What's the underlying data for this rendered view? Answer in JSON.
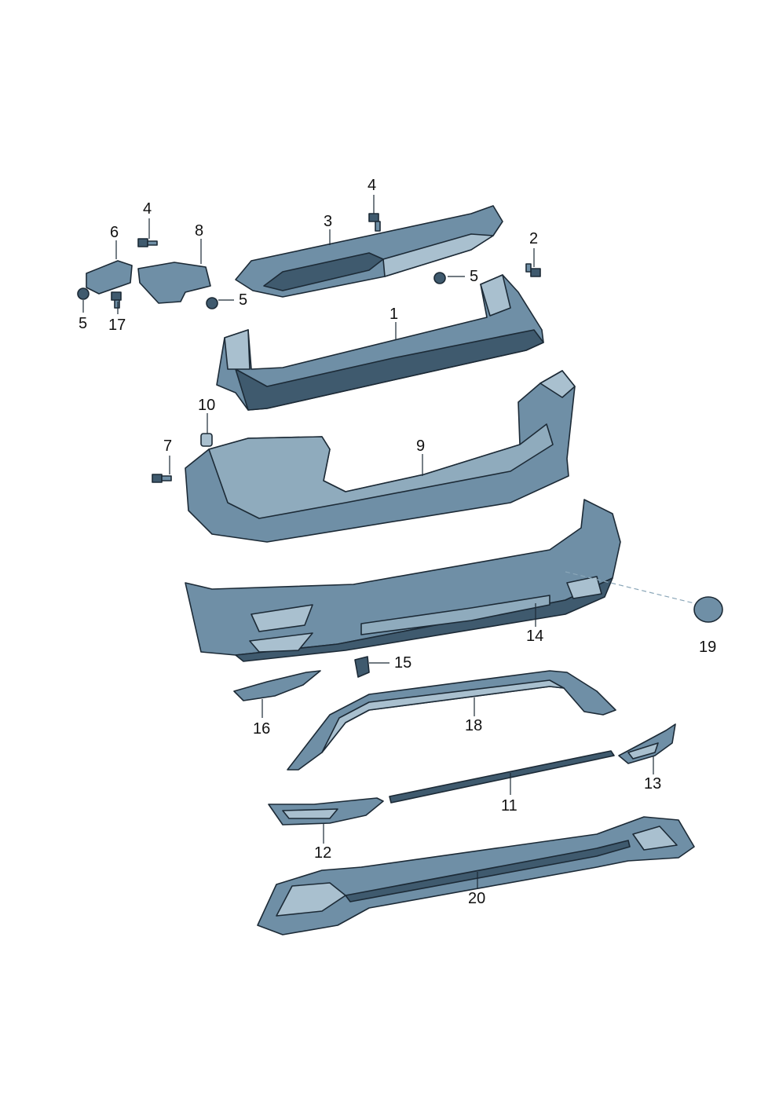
{
  "diagram": {
    "callouts": {
      "c1": "1",
      "c2": "2",
      "c3": "3",
      "c4a": "4",
      "c4b": "4",
      "c5a": "5",
      "c5b": "5",
      "c5c": "5",
      "c6": "6",
      "c7": "7",
      "c8": "8",
      "c9": "9",
      "c10": "10",
      "c11": "11",
      "c12": "12",
      "c13": "13",
      "c14": "14",
      "c15": "15",
      "c16": "16",
      "c17": "17",
      "c18": "18",
      "c19": "19",
      "c20": "20"
    }
  }
}
